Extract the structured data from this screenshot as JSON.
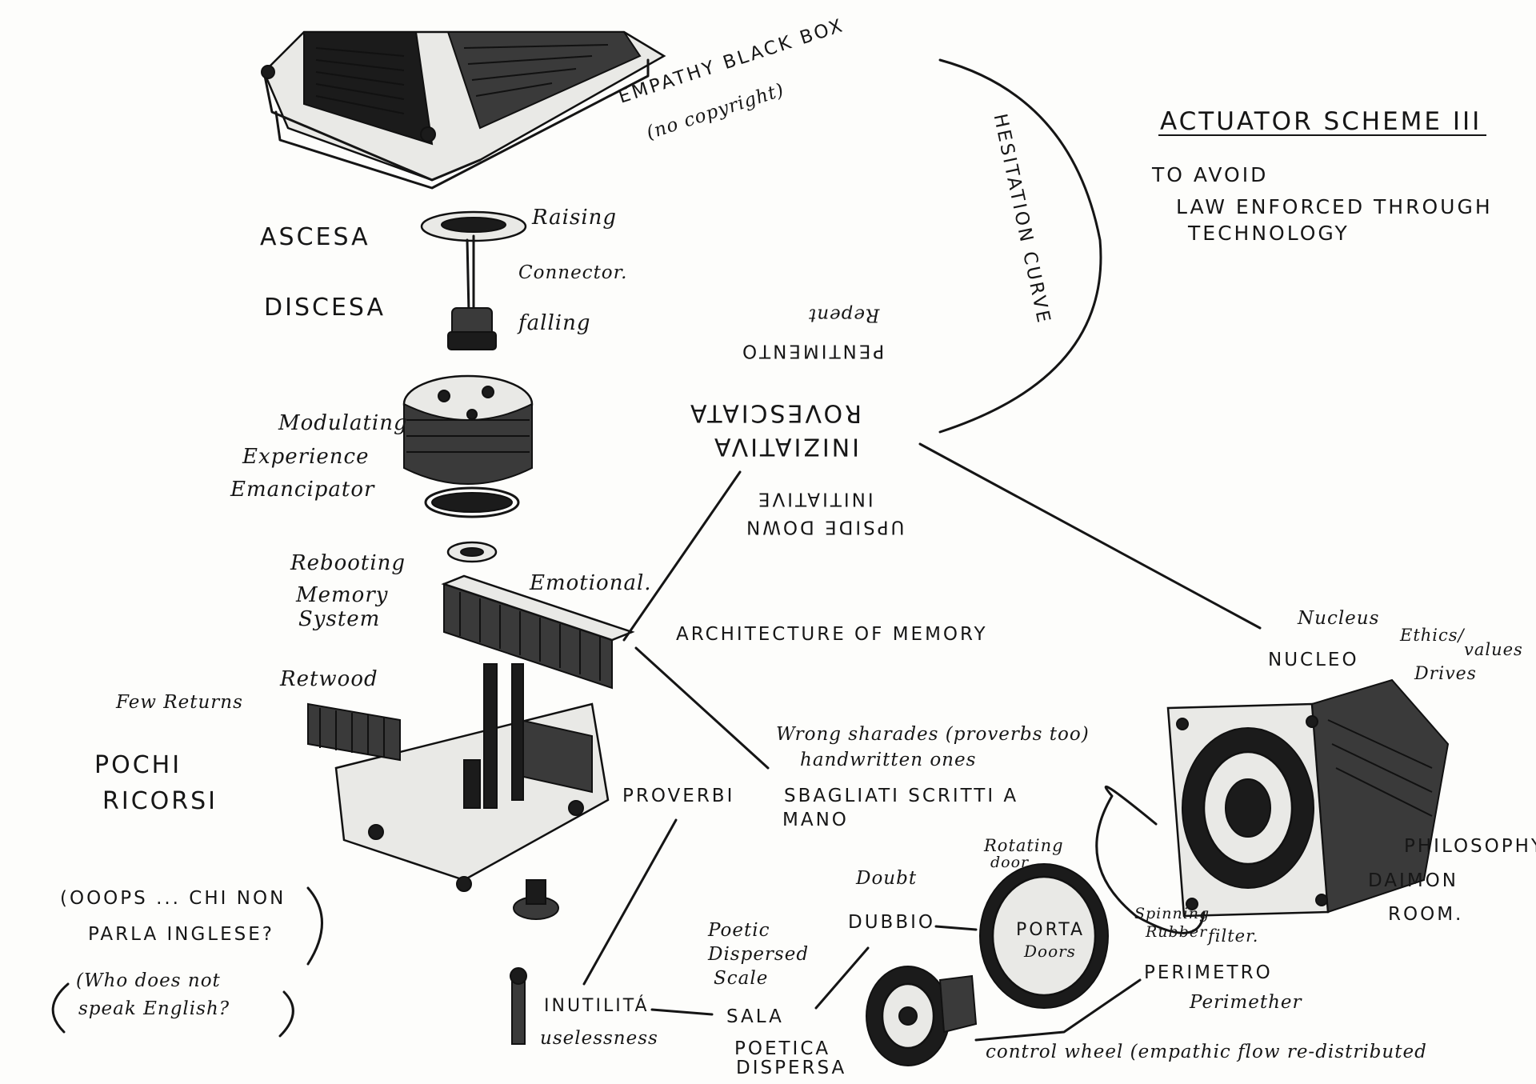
{
  "title": "ACTUATOR SCHEME III",
  "subtitle_lines": [
    "TO AVOID",
    "LAW ENFORCED THROUGH",
    "TECHNOLOGY"
  ],
  "top_box": {
    "title": "EMPATHY BLACK BOX",
    "note": "(no copyright)"
  },
  "curve_label": "HESITATION CURVE",
  "stack": {
    "ascesa": "ASCESA",
    "discesa": "DISCESA",
    "raising": "Raising",
    "connector": "Connector.",
    "falling": "falling",
    "modulating": [
      "Modulating",
      "Experience",
      "Emancipator"
    ],
    "rebooting": [
      "Rebooting",
      "Memory",
      "System"
    ],
    "emotional": "Emotional.",
    "retwood": "Retwood",
    "few_returns": "Few Returns",
    "pochi": [
      "POCHI",
      "RICORSI"
    ]
  },
  "center": {
    "pentimento": "PENTIMENTO",
    "repent": "Repent",
    "iniziativa": "INIZIATIVA",
    "rovesciata": "ROVESCIATA",
    "upside_down": "UPSIDE DOWN",
    "initiative": "INITIATIVE",
    "architecture": "ARCHITECTURE OF MEMORY",
    "wrong_sharades": "Wrong sharades (proverbs too)",
    "handwritten": "handwritten ones",
    "proverbi": "PROVERBI",
    "sbagliati": "SBAGLIATI SCRITTI A",
    "mano": "MANO"
  },
  "oops": {
    "line1": "(OOOPS ... CHI NON",
    "line2": "PARLA INGLESE?",
    "line3": "(Who does not",
    "line4": "speak English?"
  },
  "bottom": {
    "inutilita": "INUTILITÁ",
    "uselessness": "uselessness",
    "poetic": [
      "Poetic",
      "Dispersed",
      "Scale"
    ],
    "sala": "SALA",
    "poetica": "POETICA",
    "dispersa": "DISPERSA",
    "doubt": "Doubt",
    "dubbio": "DUBBIO",
    "rotating": [
      "Rotating",
      "door"
    ],
    "porta": "PORTA",
    "doors": "Doors",
    "spinning": [
      "Spinning",
      "Rubber"
    ],
    "filter": "filter.",
    "perimetro": "PERIMETRO",
    "perimether": "Perimether",
    "control_wheel": "control wheel (empathic flow re-distributed"
  },
  "right": {
    "nucleus": "Nucleus",
    "nucleo": "NUCLEO",
    "ethics": "Ethics/",
    "values": "values",
    "drives": "Drives",
    "philosophy": "PHILOSOPHY",
    "daimon": "DAIMON",
    "room": "ROOM."
  },
  "colors": {
    "ink": "#151515",
    "paper": "#fdfdfb"
  }
}
